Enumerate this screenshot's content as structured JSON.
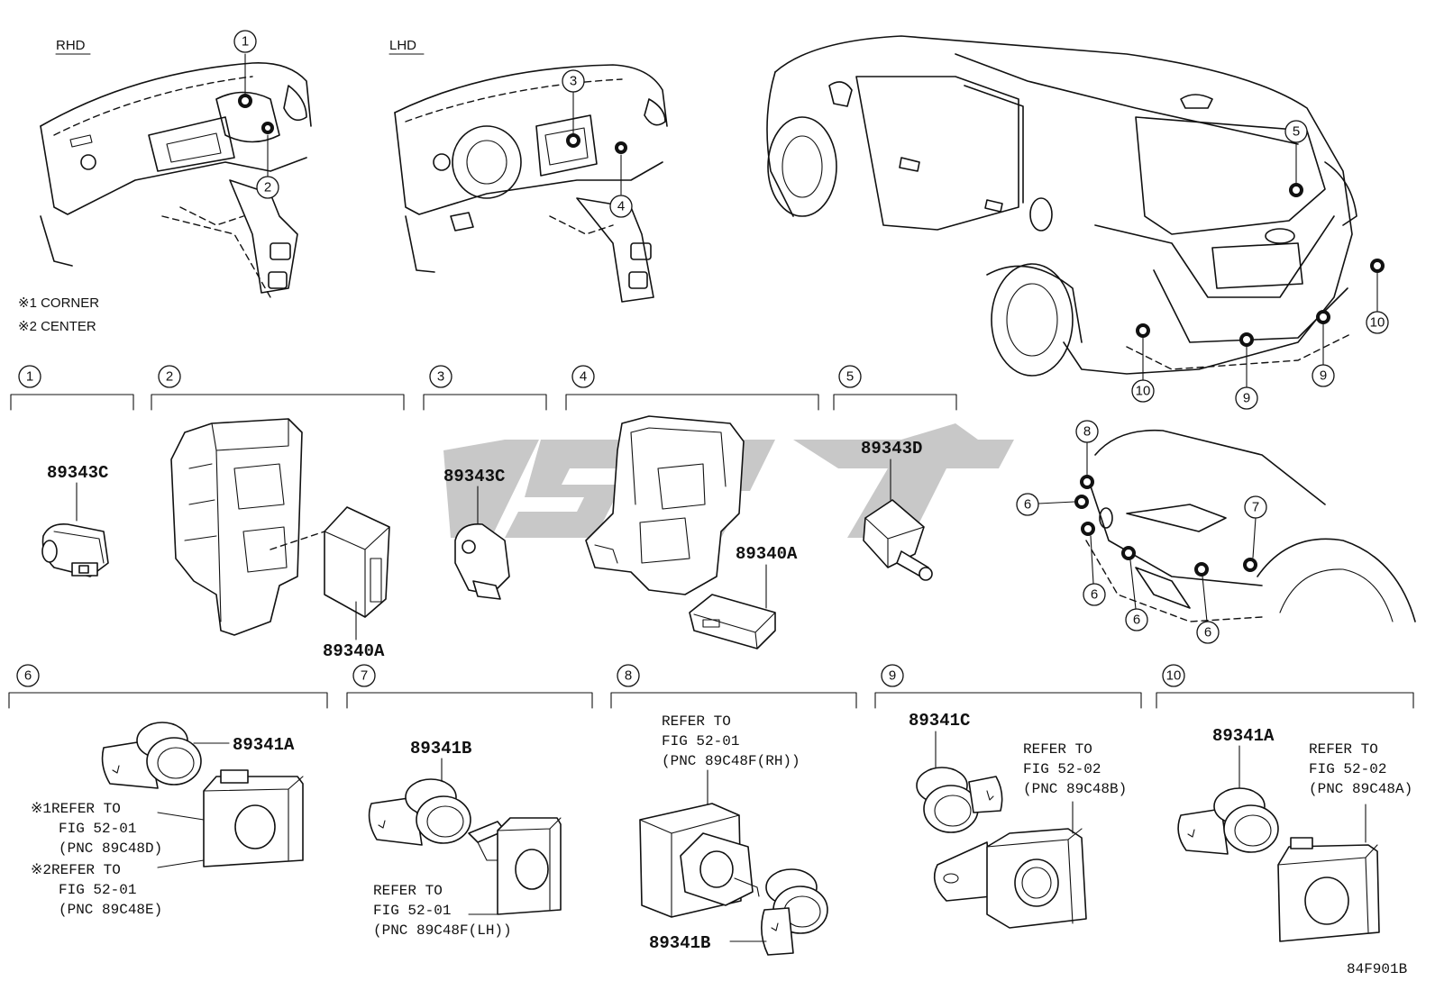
{
  "views": {
    "rhd": "RHD",
    "lhd": "LHD"
  },
  "notes": [
    "※1 CORNER",
    "※2 CENTER"
  ],
  "callouts": [
    "1",
    "2",
    "3",
    "4",
    "5",
    "6",
    "7",
    "8",
    "9",
    "10"
  ],
  "parts": {
    "s1": "89343C",
    "s2": "89340A",
    "s3": "89343C",
    "s4": "89340A",
    "s5": "89343D",
    "s6": "89341A",
    "s7": "89341B",
    "s8": "89341B",
    "s9": "89341C",
    "s10": "89341A"
  },
  "refs": {
    "s6a": [
      "※1REFER TO",
      "FIG 52-01",
      "(PNC 89C48D)"
    ],
    "s6b": [
      "※2REFER TO",
      "FIG 52-01",
      "(PNC 89C48E)"
    ],
    "s7": [
      "REFER TO",
      "FIG 52-01",
      "(PNC 89C48F(LH))"
    ],
    "s8": [
      "REFER TO",
      "FIG 52-01",
      "(PNC 89C48F(RH))"
    ],
    "s9": [
      "REFER TO",
      "FIG 52-02",
      "(PNC 89C48B)"
    ],
    "s10": [
      "REFER TO",
      "FIG 52-02",
      "(PNC 89C48A)"
    ]
  },
  "figure_code": "84F901B"
}
